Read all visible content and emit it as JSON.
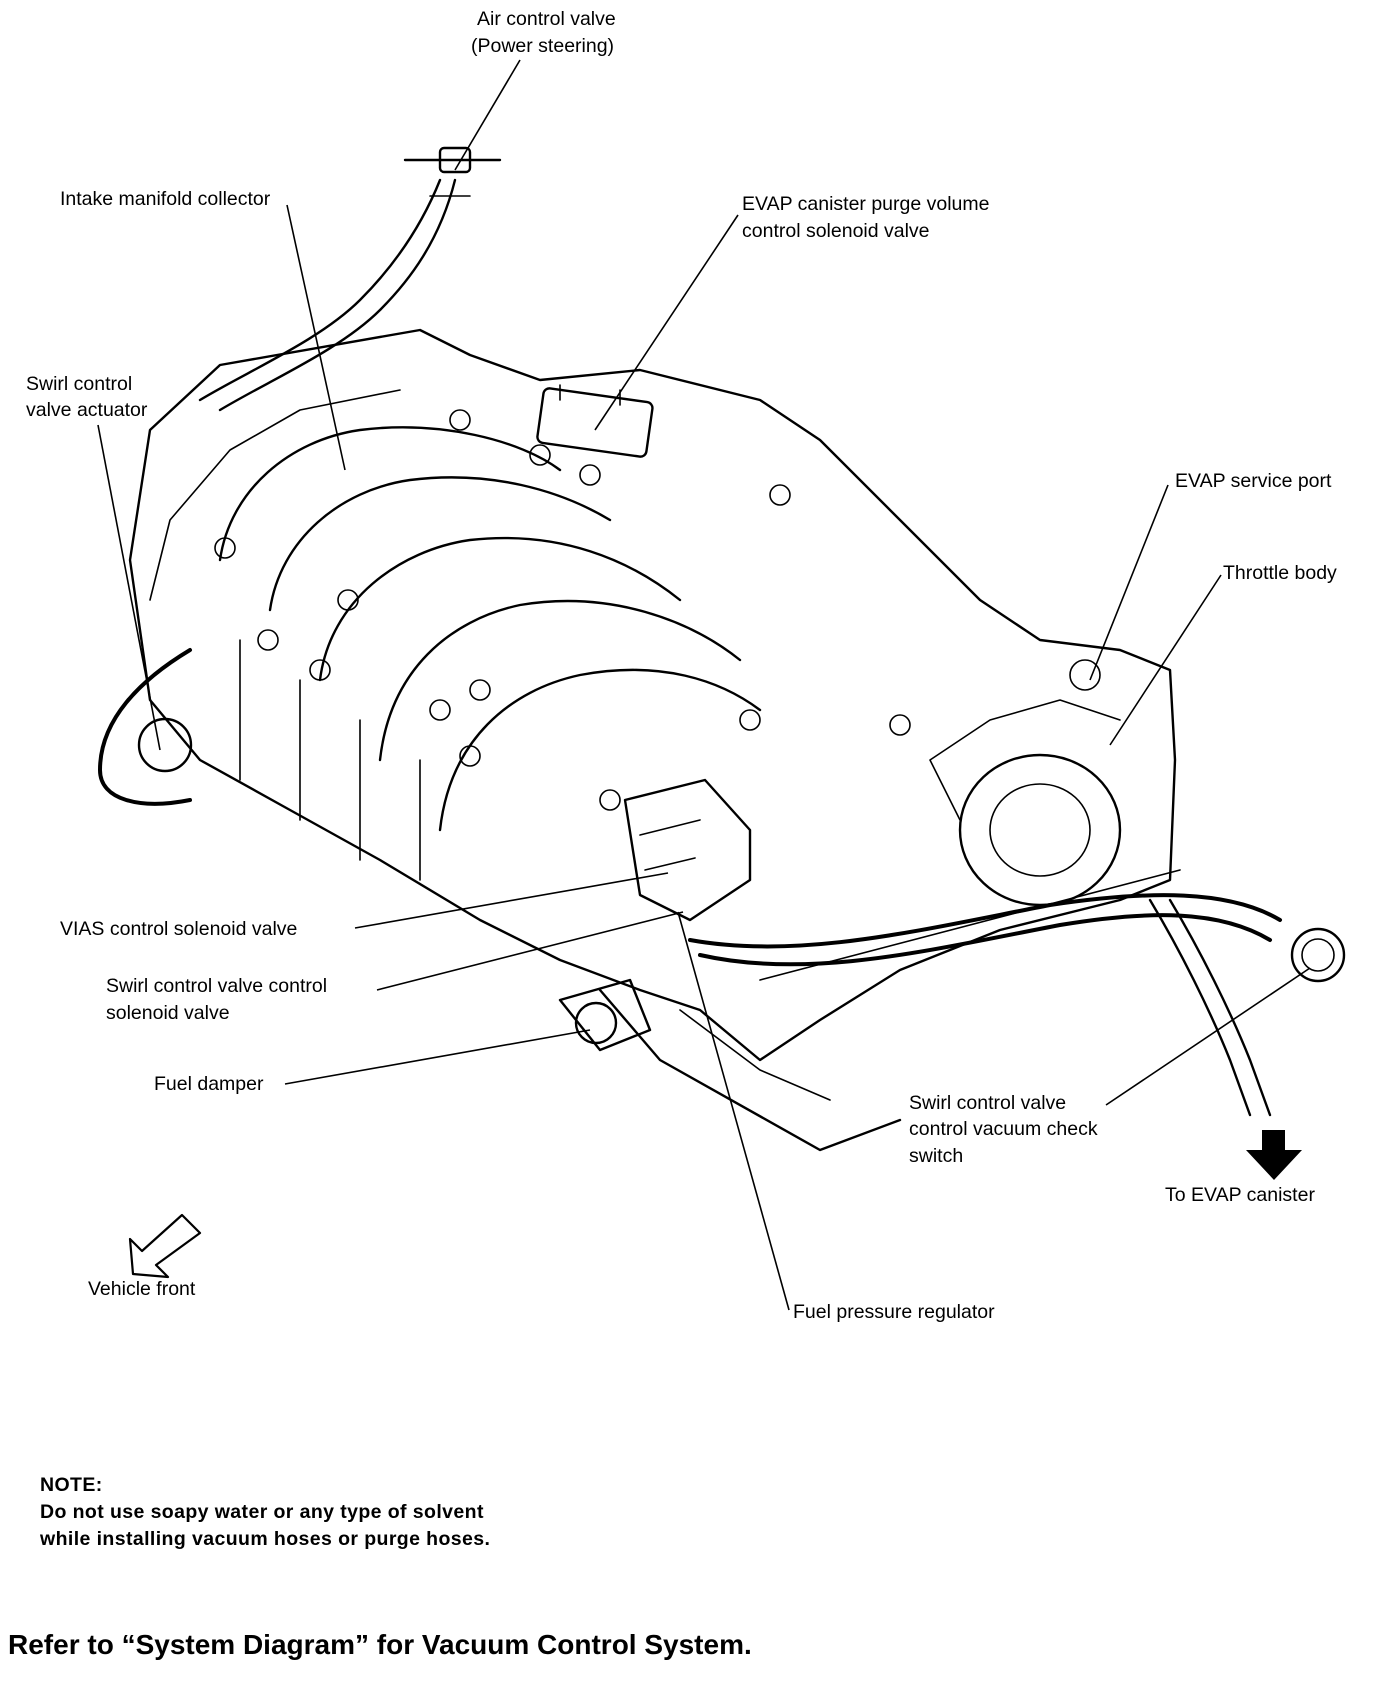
{
  "labels": {
    "air_control_valve_1": "Air control valve",
    "air_control_valve_2": "(Power steering)",
    "intake_manifold_collector": "Intake manifold collector",
    "evap_purge_1": "EVAP canister purge volume",
    "evap_purge_2": "control solenoid valve",
    "swirl_actuator_1": "Swirl control",
    "swirl_actuator_2": "valve actuator",
    "evap_service_port": "EVAP service port",
    "throttle_body": "Throttle body",
    "vias_solenoid": "VIAS control solenoid valve",
    "swirl_solenoid_1": "Swirl control valve control",
    "swirl_solenoid_2": "solenoid valve",
    "fuel_damper": "Fuel damper",
    "swirl_check_1": "Swirl control valve",
    "swirl_check_2": "control vacuum check",
    "swirl_check_3": "switch",
    "to_evap_canister": "To EVAP canister",
    "vehicle_front": "Vehicle front",
    "fuel_pressure_regulator": "Fuel pressure regulator"
  },
  "note": {
    "heading": "NOTE:",
    "line1": "Do not use soapy water or any type of solvent",
    "line2": "while installing vacuum hoses or purge hoses."
  },
  "reference": "Refer to “System Diagram” for Vacuum Control System."
}
